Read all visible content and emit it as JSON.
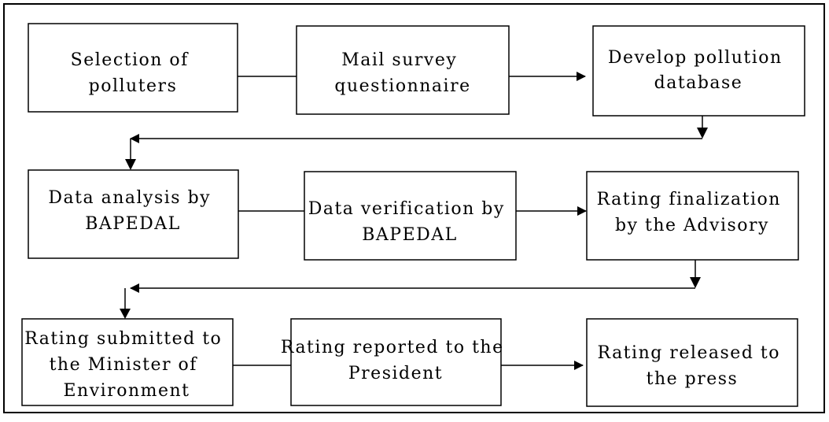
{
  "steps": [
    {
      "id": "selection",
      "lines": [
        "Selection of",
        "polluters"
      ]
    },
    {
      "id": "mail-survey",
      "lines": [
        "Mail survey",
        "questionnaire"
      ]
    },
    {
      "id": "develop-db",
      "lines": [
        "Develop pollution",
        "database"
      ]
    },
    {
      "id": "data-analysis",
      "lines": [
        "Data analysis by",
        "BAPEDAL"
      ]
    },
    {
      "id": "data-verification",
      "lines": [
        "Data verification by",
        "BAPEDAL"
      ]
    },
    {
      "id": "rating-finalization",
      "lines": [
        "Rating finalization",
        "by the Advisory"
      ]
    },
    {
      "id": "rating-submitted",
      "lines": [
        "Rating submitted to",
        "the Minister of",
        "Environment"
      ]
    },
    {
      "id": "rating-reported",
      "lines": [
        "Rating reported to the",
        "President"
      ]
    },
    {
      "id": "rating-released",
      "lines": [
        "Rating released to",
        "the press"
      ]
    }
  ]
}
